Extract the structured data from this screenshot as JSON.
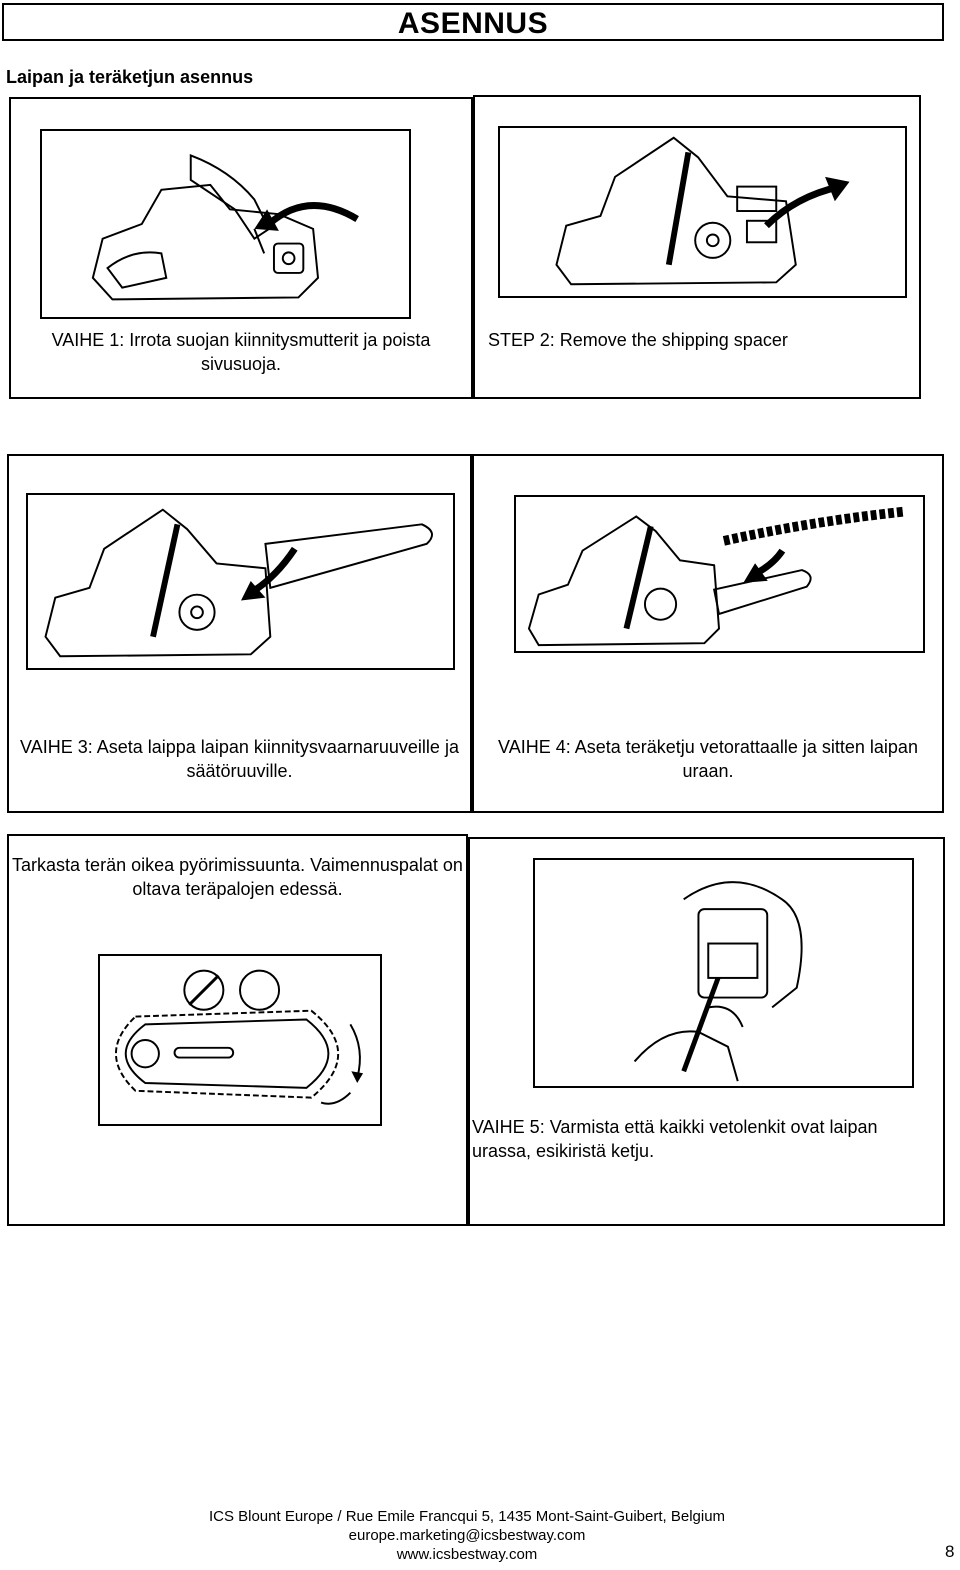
{
  "header": {
    "title": "ASENNUS"
  },
  "section": {
    "title": "Laipan ja teräketjun asennus"
  },
  "steps": [
    {
      "caption": "VAIHE 1: Irrota suojan kiinnitysmutterit ja poista sivusuoja."
    },
    {
      "caption": "STEP 2: Remove the shipping spacer"
    },
    {
      "caption": "VAIHE 3: Aseta laippa laipan kiinnitysvaarnaruuveille ja säätöruuville."
    },
    {
      "caption": "VAIHE 4: Aseta teräketju vetorattaalle ja sitten laipan uraan."
    },
    {
      "caption": "Tarkasta terän oikea pyörimissuunta. Vaimennuspalat on oltava teräpalojen edessä."
    },
    {
      "caption": "VAIHE 5: Varmista että kaikki vetolenkit ovat laipan urassa, esikiristä ketju."
    }
  ],
  "footer": {
    "address": "ICS Blount Europe / Rue Emile Francqui 5, 1435 Mont-Saint-Guibert, Belgium",
    "email": "europe.marketing@icsbestway.com",
    "web": "www.icsbestway.com"
  },
  "page_number": "8"
}
